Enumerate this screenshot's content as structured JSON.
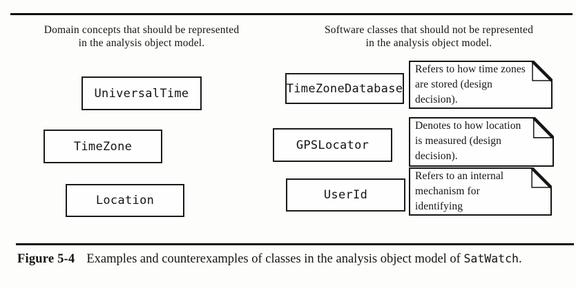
{
  "headers": {
    "left": {
      "line1": "Domain concepts that should be represented",
      "line2": "in the analysis object model."
    },
    "right": {
      "line1": "Software classes that should not be represented",
      "line2": "in the analysis object model."
    }
  },
  "left_classes": [
    "UniversalTime",
    "TimeZone",
    "Location"
  ],
  "right_classes": [
    {
      "name": "TimeZoneDatabase",
      "note_lines": [
        "Refers to how time zones",
        "are stored (design",
        "decision)."
      ]
    },
    {
      "name": "GPSLocator",
      "note_lines": [
        "Denotes to how location",
        "is measured (design",
        "decision)."
      ]
    },
    {
      "name": "UserId",
      "note_lines": [
        "Refers to an internal",
        "mechanism for",
        "identifying"
      ]
    }
  ],
  "caption": {
    "label": "Figure 5-4",
    "body": "Examples and counterexamples of classes in the analysis object model of ",
    "code": "SatWatch",
    "suffix": "."
  }
}
